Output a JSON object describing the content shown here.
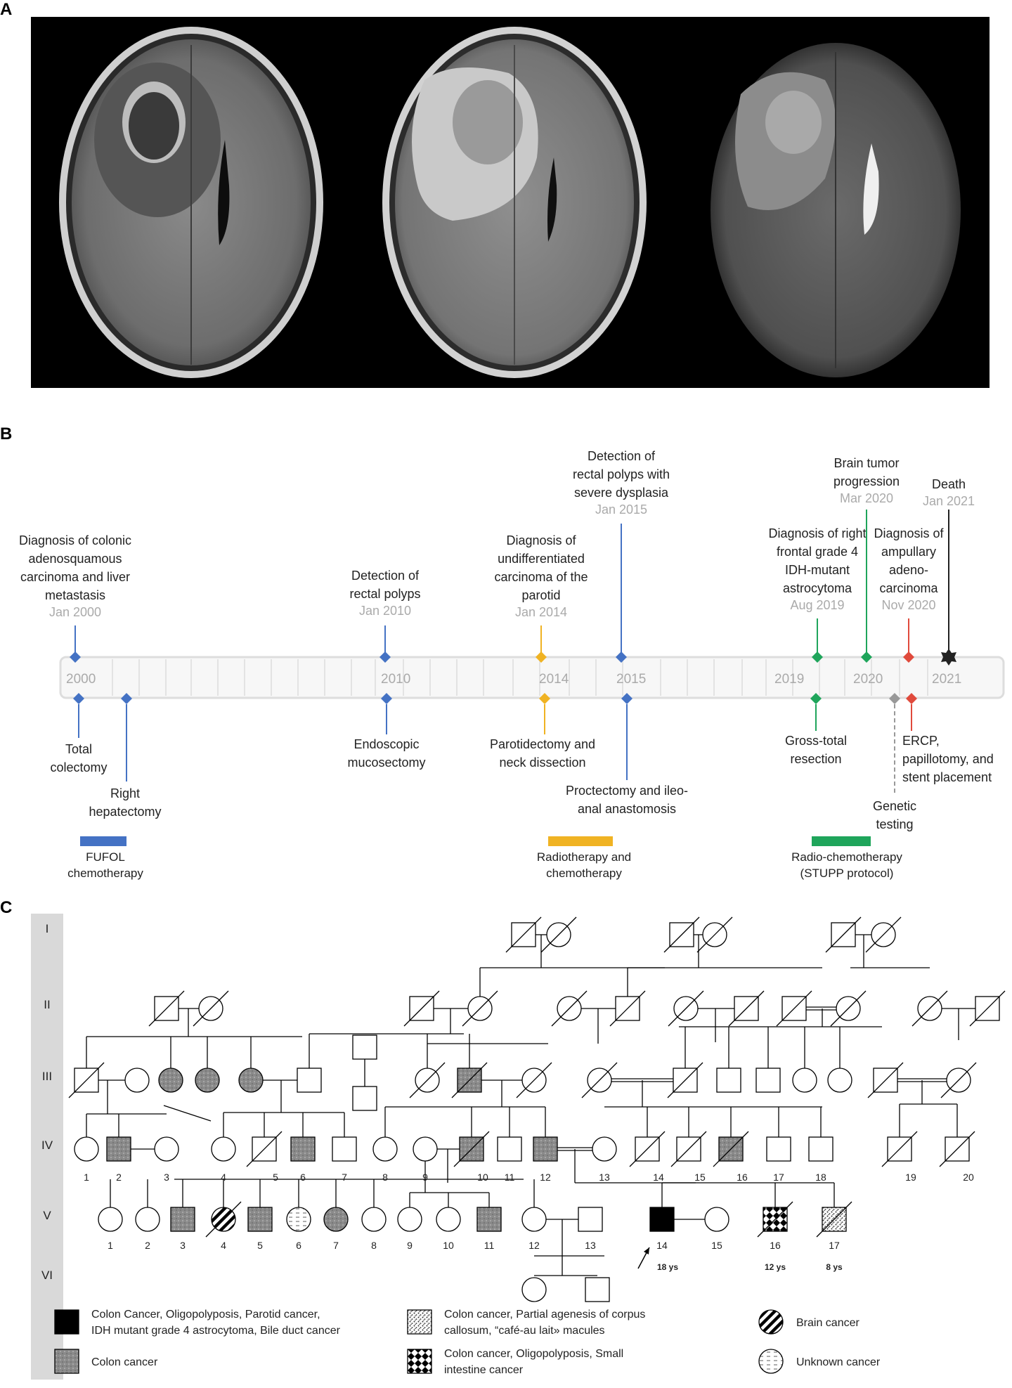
{
  "panels": {
    "a": "A",
    "b": "B",
    "c": "C"
  },
  "timeline": {
    "axis_labels": [
      "2000",
      "2010",
      "2014",
      "2015",
      "2019",
      "2020",
      "2021"
    ],
    "top_events": [
      {
        "text": [
          "Diagnosis of colonic",
          "adenosquamous",
          "carcinoma and liver",
          "metastasis"
        ],
        "date": "Jan 2000",
        "color": "#4472c4"
      },
      {
        "text": [
          "Detection of",
          "rectal polyps"
        ],
        "date": "Jan 2010",
        "color": "#4472c4"
      },
      {
        "text": [
          "Diagnosis of",
          "undifferentiated",
          "carcinoma of the",
          "parotid"
        ],
        "date": "Jan 2014",
        "color": "#f0b323"
      },
      {
        "text": [
          "Detection of",
          "rectal polyps with",
          "severe dysplasia"
        ],
        "date": "Jan 2015",
        "color": "#4472c4"
      },
      {
        "text": [
          "Diagnosis of right",
          "frontal grade 4",
          "IDH-mutant",
          "astrocytoma"
        ],
        "date": "Aug 2019",
        "color": "#1fa55b"
      },
      {
        "text": [
          "Brain tumor",
          "progression"
        ],
        "date": "Mar 2020",
        "color": "#1fa55b"
      },
      {
        "text": [
          "Diagnosis of",
          "ampullary",
          "adeno-",
          "carcinoma"
        ],
        "date": "Nov 2020",
        "color": "#e04a3c"
      },
      {
        "text": [
          "Death"
        ],
        "date": "Jan 2021",
        "color": "#222222"
      }
    ],
    "bottom_events": [
      {
        "text": [
          "Total",
          "colectomy"
        ],
        "color": "#4472c4"
      },
      {
        "text": [
          "Right",
          "hepatectomy"
        ],
        "color": "#4472c4"
      },
      {
        "text": [
          "Endoscopic",
          "mucosectomy"
        ],
        "color": "#4472c4"
      },
      {
        "text": [
          "Parotidectomy and",
          "neck dissection"
        ],
        "color": "#f0b323"
      },
      {
        "text": [
          "Proctectomy and ileo-",
          "anal anastomosis"
        ],
        "color": "#4472c4"
      },
      {
        "text": [
          "Gross-total",
          "resection"
        ],
        "color": "#1fa55b"
      },
      {
        "text": [
          "Genetic",
          "testing"
        ],
        "color": "#999999"
      },
      {
        "text": [
          "ERCP,",
          "papillotomy, and",
          "stent placement"
        ],
        "color": "#e04a3c"
      }
    ],
    "therapies": [
      {
        "text": [
          "FUFOL",
          "chemotherapy"
        ],
        "color": "#4472c4"
      },
      {
        "text": [
          "Radiotherapy and",
          "chemotherapy"
        ],
        "color": "#f0b323"
      },
      {
        "text": [
          "Radio-chemotherapy",
          "(STUPP protocol)"
        ],
        "color": "#1fa55b"
      }
    ]
  },
  "pedigree": {
    "generations": [
      "I",
      "II",
      "III",
      "IV",
      "V",
      "VI"
    ],
    "iv_numbers": [
      "1",
      "2",
      "3",
      "4",
      "5",
      "6",
      "7",
      "8",
      "9",
      "10",
      "11",
      "12",
      "13",
      "14",
      "15",
      "16",
      "17",
      "18",
      "19",
      "20"
    ],
    "v_numbers": [
      "1",
      "2",
      "3",
      "4",
      "5",
      "6",
      "7",
      "8",
      "9",
      "10",
      "11",
      "12",
      "13",
      "14",
      "15",
      "16",
      "17"
    ],
    "ages": [
      "18 ys",
      "12 ys",
      "8 ys"
    ],
    "legend": [
      {
        "lines": [
          "Colon Cancer, Oligopolyposis, Parotid cancer,",
          "IDH mutant grade 4 astrocytoma, Bile duct cancer"
        ]
      },
      {
        "lines": [
          "Colon cancer"
        ]
      },
      {
        "lines": [
          "Colon cancer, Partial agenesis of corpus",
          "callosum, “café-au lait» macules"
        ]
      },
      {
        "lines": [
          "Colon cancer, Oligopolyposis, Small",
          "intestine cancer"
        ]
      },
      {
        "lines": [
          "Brain cancer"
        ]
      },
      {
        "lines": [
          "Unknown cancer"
        ]
      }
    ]
  }
}
